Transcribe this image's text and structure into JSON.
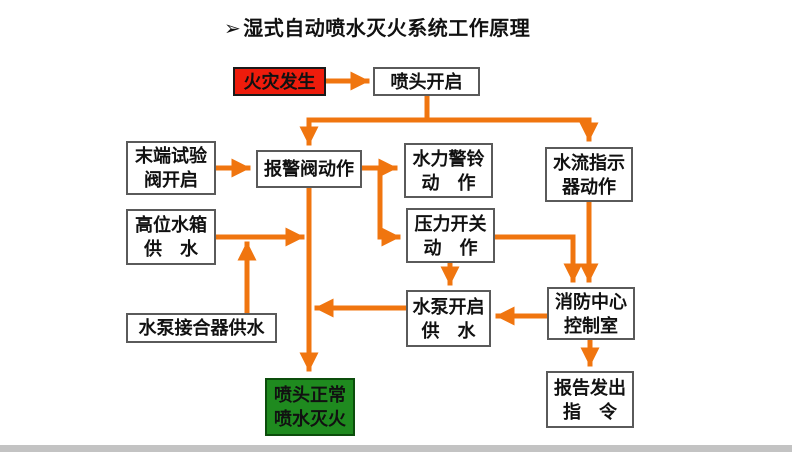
{
  "title": {
    "bullet": "➢",
    "text": "湿式自动喷水灭火系统工作原理"
  },
  "colors": {
    "arrow": "#f0750f",
    "fire_bg": "#ee1c0c",
    "success_bg": "#1f8a1f",
    "box_border": "#5a5a5a",
    "text": "#111111",
    "footer_bar": "#c3c3c3"
  },
  "nodes": {
    "fire_occurs": {
      "label": "火灾发生"
    },
    "sprinkler_opens": {
      "label": "喷头开启"
    },
    "end_test_valve": {
      "line1": "末端试验",
      "line2": "阀开启"
    },
    "alarm_valve": {
      "label": "报警阀动作"
    },
    "hydraulic_bell": {
      "line1": "水力警铃",
      "line2": "动　作"
    },
    "flow_indicator": {
      "line1": "水流指示",
      "line2": "器动作"
    },
    "high_tank": {
      "line1": "高位水箱",
      "line2": "供　水"
    },
    "pressure_switch": {
      "line1": "压力开关",
      "line2": "动　作"
    },
    "pump_coupler": {
      "label": "水泵接合器供水"
    },
    "pump_start_supply": {
      "line1": "水泵开启",
      "line2": "供　水"
    },
    "fire_control_center": {
      "line1": "消防中心",
      "line2": "控制室"
    },
    "sprinkler_normal": {
      "line1": "喷头正常",
      "line2": "喷水灭火"
    },
    "report_command": {
      "line1": "报告发出",
      "line2": "指　令"
    }
  }
}
